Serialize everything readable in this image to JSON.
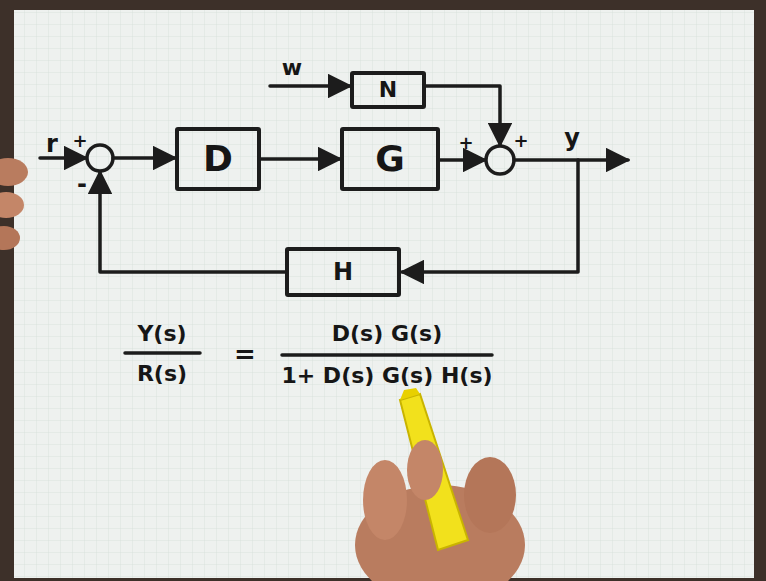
{
  "diagram": {
    "nodes": [
      {
        "text": [
          "D"
        ]
      },
      {
        "text": [
          "G"
        ]
      },
      {
        "text": [
          "N"
        ]
      },
      {
        "text": [
          "H"
        ]
      }
    ],
    "edges": [
      {
        "from": 0,
        "to": 1,
        "arrow": "to"
      }
    ],
    "labels": [
      "r",
      "+",
      "-",
      "w",
      "+",
      "+",
      "y",
      "Y(s)",
      "R(s)",
      "=",
      "D(s) G(s)",
      "1+ D(s) G(s) H(s)"
    ]
  }
}
